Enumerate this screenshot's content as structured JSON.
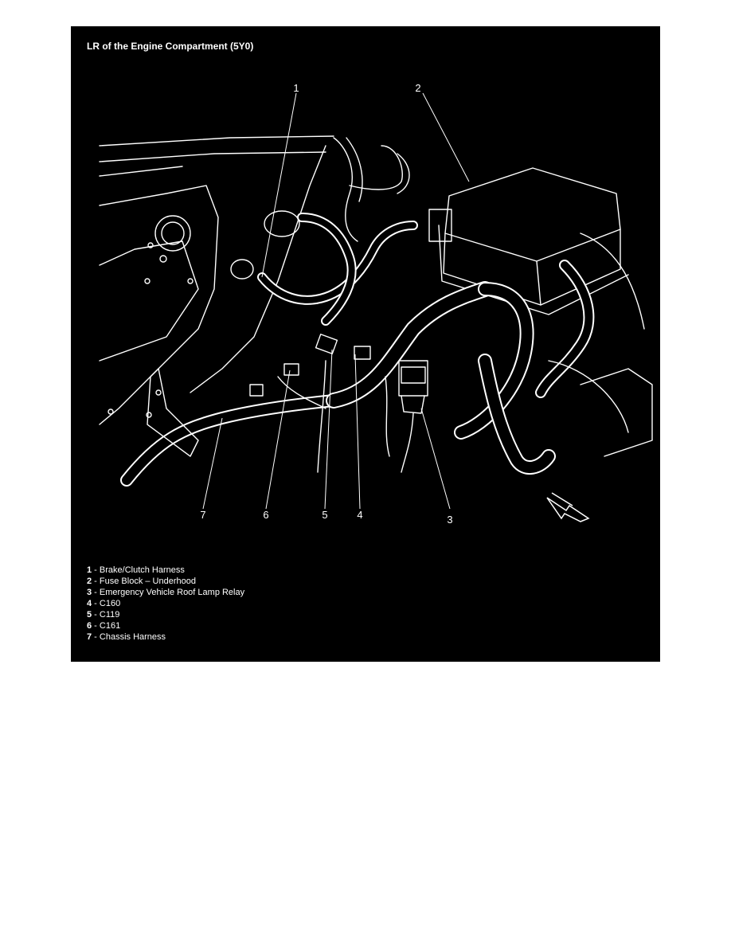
{
  "figure": {
    "title": "LR of the Engine Compartment (5Y0)",
    "background": "#000000",
    "line_color": "#ffffff"
  },
  "callouts": [
    {
      "number": "1",
      "label": "Brake/Clutch Harness"
    },
    {
      "number": "2",
      "label": "Fuse Block – Underhood"
    },
    {
      "number": "3",
      "label": "Emergency Vehicle Roof Lamp Relay"
    },
    {
      "number": "4",
      "label": "C160"
    },
    {
      "number": "5",
      "label": "C119"
    },
    {
      "number": "6",
      "label": "C161"
    },
    {
      "number": "7",
      "label": "Chassis Harness"
    }
  ],
  "legend_separator": " - "
}
